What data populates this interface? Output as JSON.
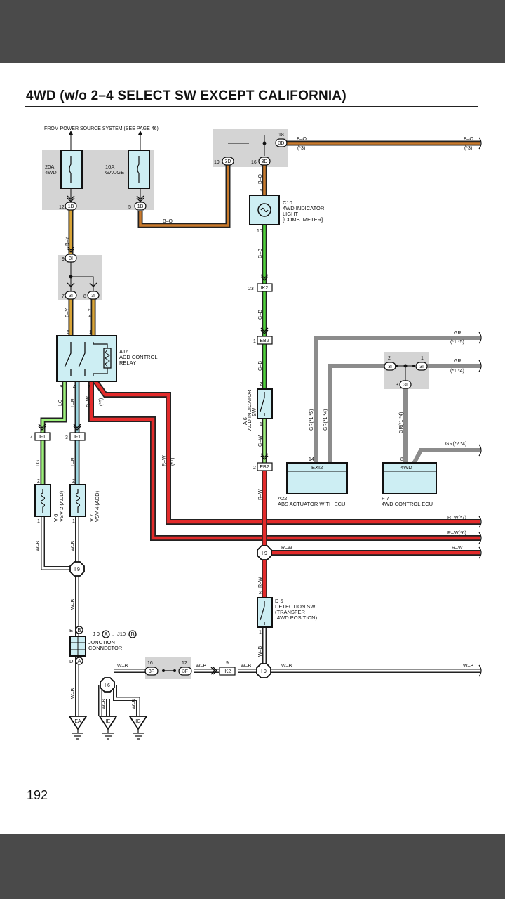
{
  "page": {
    "title": "4WD (w/o 2–4 SELECT SW EXCEPT CALIFORNIA)",
    "number": "192"
  },
  "labels": {
    "power_source": "FROM POWER SOURCE SYSTEM (SEE PAGE 46)",
    "fuse_4wd_a": "20A",
    "fuse_4wd_b": "4WD",
    "fuse_gauge_a": "10A",
    "fuse_gauge_b": "GAUGE",
    "c10_a": "C10",
    "c10_b": "4WD INDICATOR",
    "c10_c": "LIGHT",
    "c10_d": "[COMB.  METER]",
    "a16_a": "A16",
    "a16_b": "ADD CONTROL",
    "a16_c": "RELAY",
    "a6_a": "A 6",
    "a6_b": "ADD INDICATOR",
    "a6_c": "SW",
    "a22_a": "A22",
    "a22_b": "ABS ACTUATOR WITH ECU",
    "f7_a": "F 7",
    "f7_b": "4WD CONTROL ECU",
    "exi2": "EXI2",
    "box_4wd": "4WD",
    "v6_a": "V 6",
    "v6_b": "VSV 2 (ADD)",
    "v7_a": "V 7",
    "v7_b": "VSV 4 (ADD)",
    "d5_a": "D 5",
    "d5_b": "DETECTION SW",
    "d5_c": "(TRANSFER",
    "d5_d": "4WD POSITION)",
    "jc_a": "J 9",
    "jc_b": "J10",
    "jc_c": "JUNCTION",
    "jc_d": "CONNECTOR",
    "jc_sep": ",",
    "jc_letter_a": "A",
    "jc_letter_b": "B",
    "pin_e": "E",
    "pin_d": "D"
  },
  "connectors": {
    "c1b": "1B",
    "c3i": "3I",
    "c3d": "3D",
    "cik2": "IK2",
    "ceb2": "EB2",
    "cif1": "IF1",
    "c3f": "3F",
    "ci9": "I 9",
    "ci6": "I 6",
    "cea": "EA",
    "cie": "IE",
    "cig": "IG"
  },
  "pins": {
    "p1": "1",
    "p2": "2",
    "p3": "3",
    "p4": "4",
    "p5": "5",
    "p6": "6",
    "p7": "7",
    "p8": "8",
    "p9": "9",
    "p10": "10",
    "p12": "12",
    "p14": "14",
    "p16": "16",
    "p18": "18",
    "p19": "19",
    "p23": "23"
  },
  "wires": {
    "bo": "B–O",
    "by": "B–Y",
    "gb": "G–B",
    "gw": "G–W",
    "lg": "LG",
    "lr": "L–R",
    "rw": "R–W",
    "wb": "W–B",
    "gr": "GR",
    "rw7": "R–W(*7)",
    "rw6": "R–W(*6)",
    "gr15": "GR(*1 *5)",
    "gr14": "GR(*1 *4)",
    "gr24": "GR(*2 *4)"
  },
  "notes": {
    "n3": "(*3)",
    "n6": "(*6)",
    "n7": "(*7)",
    "n15": "(*1 *5)",
    "n14": "(*1 *4)"
  },
  "colors": {
    "bo": "#c97a2c",
    "by": "#d9a437",
    "gb": "#4fd23a",
    "gw": "#9cf07a",
    "lr": "#9fd6e0",
    "rw": "#e32b2b",
    "gr": "#8c8c8c",
    "wb": "#ffffff",
    "box": "#cdeef3",
    "shade": "#d4d4d4"
  }
}
